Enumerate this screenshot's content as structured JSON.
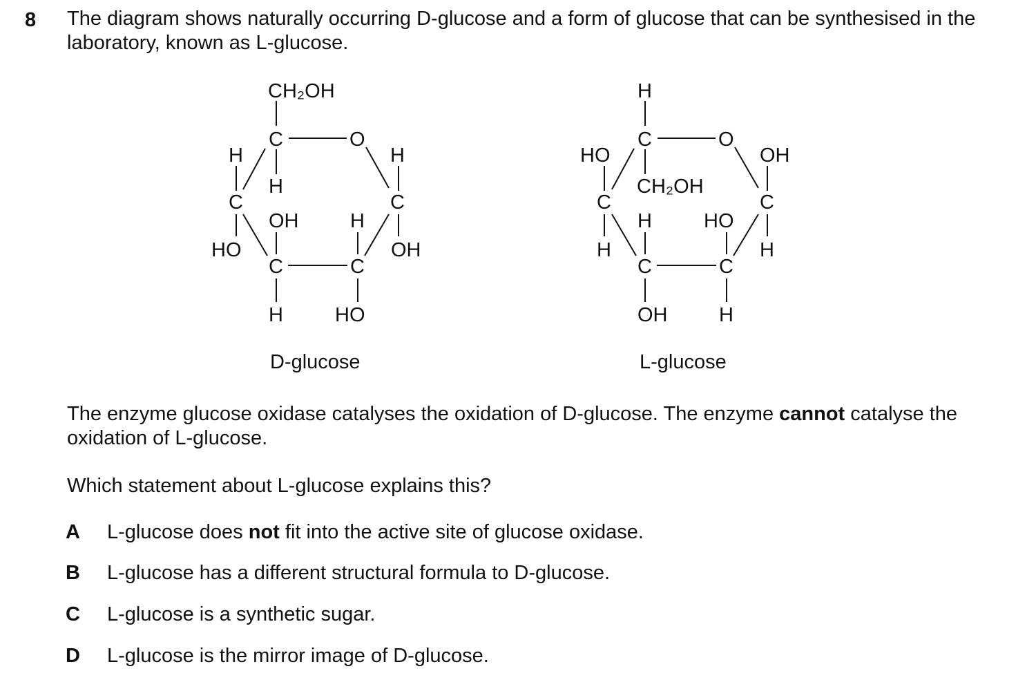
{
  "question": {
    "number": "8",
    "intro_text": "The diagram shows naturally occurring D-glucose and a form of glucose that can be synthesised in the laboratory, known as L-glucose.",
    "body_before_bold": "The enzyme glucose oxidase catalyses the oxidation of D-glucose. The enzyme ",
    "body_bold": "cannot",
    "body_after_bold": " catalyse the oxidation of L-glucose.",
    "prompt": "Which statement about L-glucose explains this?"
  },
  "diagram": {
    "d_glucose": {
      "caption": "D-glucose",
      "top_group": "CH₂OH",
      "ring_oxygen": "O",
      "c5_h": "H",
      "c1_h": "H",
      "c1_oh": "OH",
      "c4_h": "H",
      "c4_ho": "HO",
      "c3_oh": "OH",
      "c3_h": "H",
      "c2_h": "H",
      "c2_ho": "HO"
    },
    "l_glucose": {
      "caption": "L-glucose",
      "top_h": "H",
      "c5_ch2oh": "CH₂OH",
      "ring_oxygen": "O",
      "c1_oh": "OH",
      "c1_h": "H",
      "c4_ho": "HO",
      "c4_h": "H",
      "c3_h": "H",
      "c3_oh": "OH",
      "c2_ho": "HO",
      "c2_h": "H"
    },
    "carbon": "C"
  },
  "options": [
    {
      "letter": "A",
      "before": "L-glucose does ",
      "bold": "not",
      "after": " fit into the active site of glucose oxidase."
    },
    {
      "letter": "B",
      "before": "L-glucose has a different structural formula to D-glucose.",
      "bold": "",
      "after": ""
    },
    {
      "letter": "C",
      "before": "L-glucose is a synthetic sugar.",
      "bold": "",
      "after": ""
    },
    {
      "letter": "D",
      "before": "L-glucose is the mirror image of D-glucose.",
      "bold": "",
      "after": ""
    }
  ]
}
